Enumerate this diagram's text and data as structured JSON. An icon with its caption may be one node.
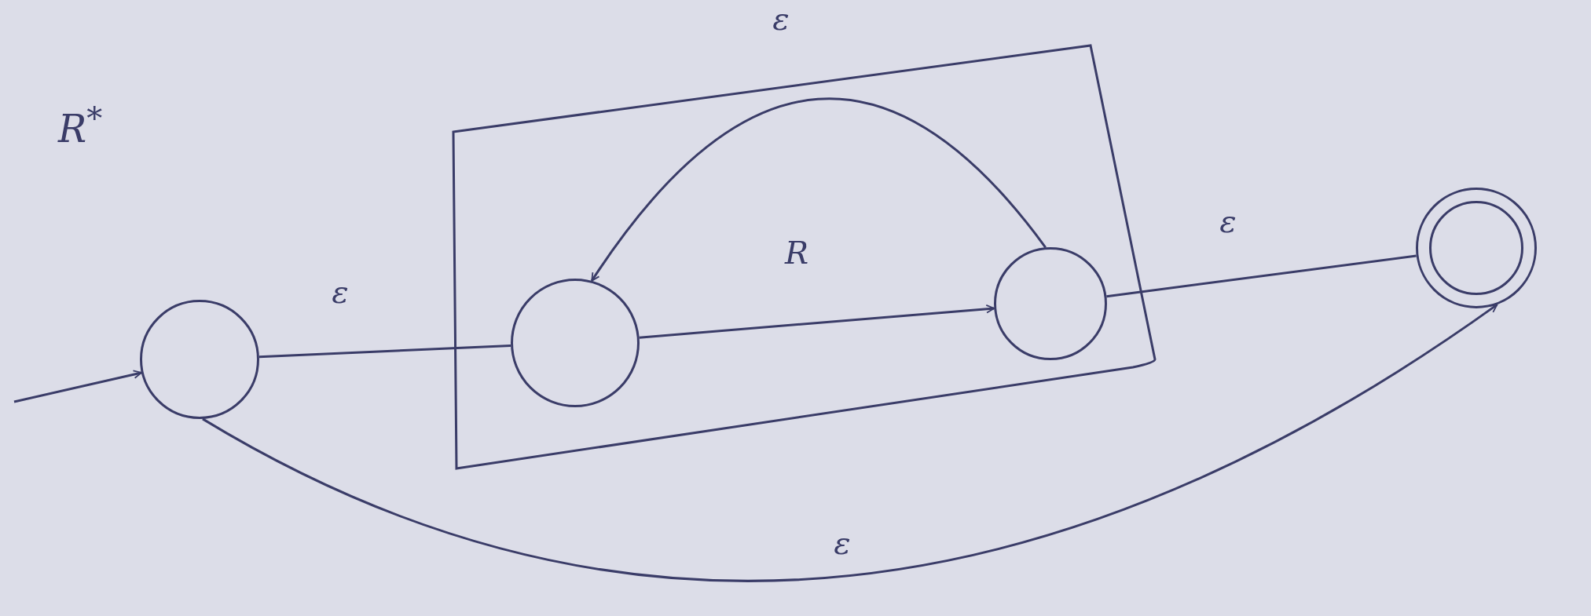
{
  "diagram": {
    "nodes": [
      {
        "text": [],
        "shape": "circle"
      },
      {
        "text": [],
        "shape": "box"
      },
      {
        "text": [],
        "shape": "circle",
        "in": 1
      },
      {
        "text": [],
        "shape": "circle",
        "in": 1
      },
      {
        "text": [],
        "shape": "double-circle"
      }
    ],
    "edges": [
      {
        "from": null,
        "to": 0,
        "arrow": "to"
      },
      {
        "from": 0,
        "to": 2,
        "arrow": "none",
        "label": "ε"
      },
      {
        "from": 2,
        "to": 3,
        "arrow": "to",
        "label": "R"
      },
      {
        "from": 3,
        "to": 2,
        "arrow": "to",
        "label": "ε"
      },
      {
        "from": 3,
        "to": 4,
        "arrow": "none",
        "label": "ε"
      },
      {
        "from": 0,
        "to": 4,
        "arrow": "to",
        "label": "ε"
      }
    ],
    "labels": [
      "R$^{*}$"
    ]
  }
}
